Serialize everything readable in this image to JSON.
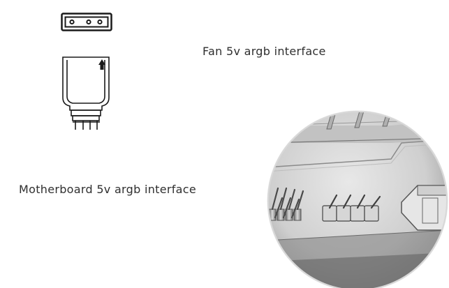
{
  "labels": {
    "fan_interface": "Fan 5v argb interface",
    "motherboard_interface": "Motherboard 5v argb interface"
  },
  "icons": {
    "socket": "three-pin-socket-icon",
    "plug": "argb-plug-connector-icon",
    "arrow": "up-arrow-icon",
    "photo": "motherboard-header-closeup-photo"
  },
  "colors": {
    "line": "#1a1a1a",
    "text": "#2f2f2f",
    "board_light": "#d8d8d8",
    "board_mid": "#a9a9a9",
    "board_dark": "#5a5a5a"
  }
}
